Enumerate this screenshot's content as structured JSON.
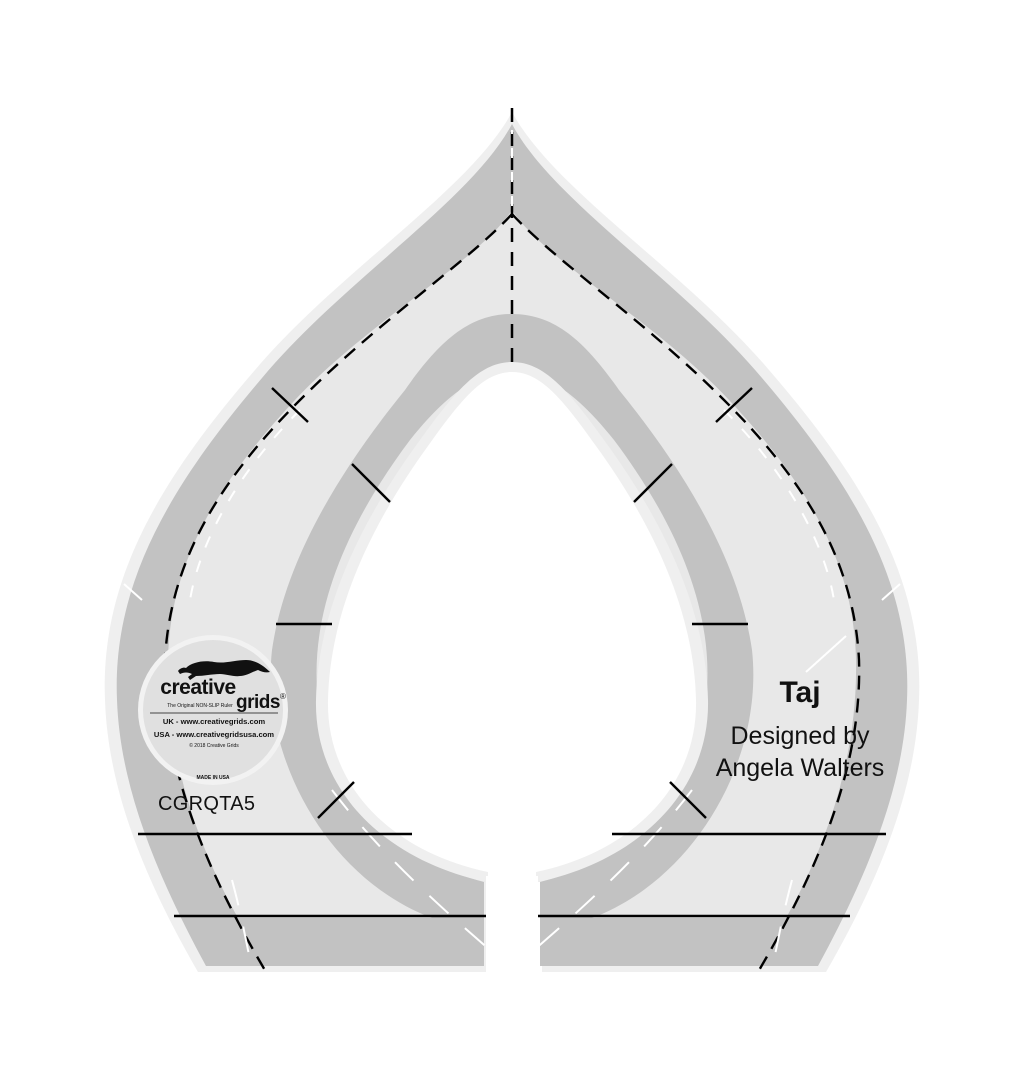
{
  "ruler": {
    "title": "Taj",
    "designed_by": "Designed by",
    "designer": "Angela Walters",
    "product_code": "CGRQTA5",
    "colors": {
      "outer_band": "#c2c2c2",
      "inner_fill": "#e8e8e8",
      "inner_band": "#c2c2c2",
      "edge": "#efefef",
      "line": "#000000"
    }
  },
  "logo": {
    "brand_line1": "creative",
    "brand_line2": "grids",
    "registered": "®",
    "tagline": "The Original NON-SLIP Ruler",
    "uk_url": "UK - www.creativegrids.com",
    "usa_url": "USA - www.creativegridsusa.com",
    "copyright": "© 2018 Creative Grids",
    "made_in": "MADE IN USA",
    "icon": "greyhound-icon"
  }
}
